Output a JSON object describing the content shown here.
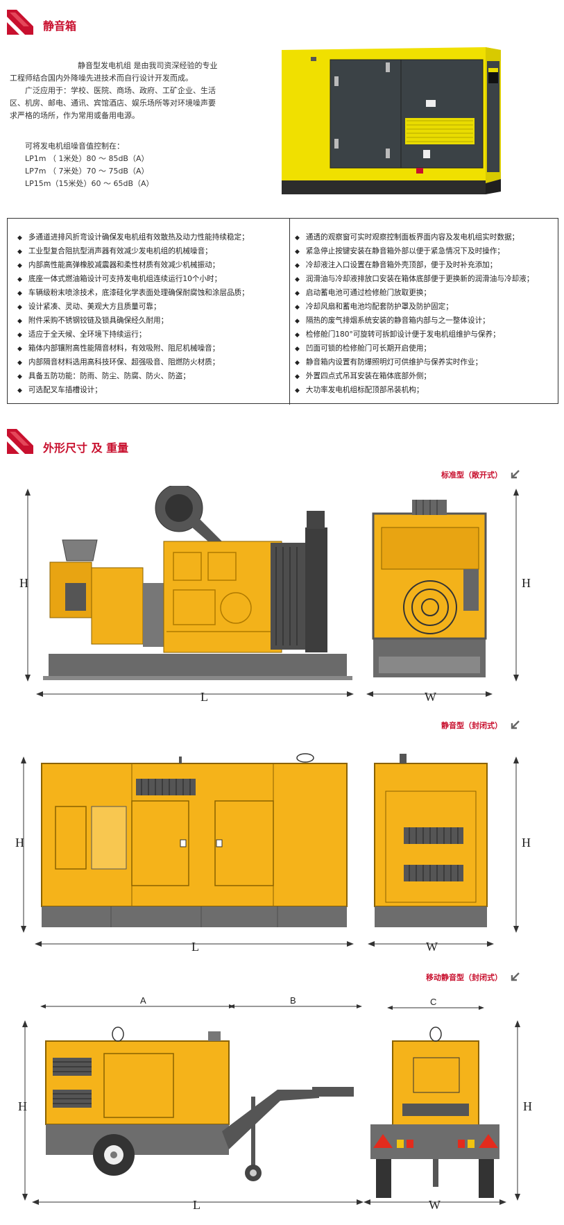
{
  "section1": {
    "title": "静音箱",
    "intro_lines": [
      "静音型发电机组 是由我司资深经验的专业",
      "工程师结合国内外降噪先进技术而自行设计开发而成。",
      "广泛应用于：学校、医院、商场、政府、工矿企业、生活",
      "区、机房、邮电、通讯、宾馆酒店、娱乐场所等对环境噪声要",
      "求严格的场所，作为常用或备用电源。"
    ],
    "noise_heading": "可将发电机组噪音值控制在：",
    "noise_rows": [
      "LP1m  （  1米处）80 ～ 85dB（A）",
      "LP7m  （  7米处）70 ～ 75dB（A）",
      "LP15m（15米处）60 ～ 65dB（A）"
    ]
  },
  "features": {
    "left": [
      "多通道进排风折弯设计确保发电机组有效散热及动力性能持续稳定；",
      "工业型复合阻抗型消声器有效减少发电机组的机械噪音；",
      "内部高性能高弹橡胶减震器和柔性材质有效减少机械振动；",
      "底座一体式燃油箱设计可支持发电机组连续运行10个小时；",
      "车辆级粉末喷涂技术，底漆硅化学表面处理确保耐腐蚀和涂层品质；",
      "设计紧凑、灵动、美观大方且质量可靠；",
      "附件采购不锈钢铰链及锁具确保经久耐用；",
      "适应于全天候、全环境下持续运行；",
      "箱体内部镶附高性能隔音材料，有效吸附、阻尼机械噪音；",
      "内部隔音材料选用高科技环保、超强吸音、阻燃防火材质；",
      "具备五防功能：防雨、防尘、防腐、防火、防盗；",
      "可选配叉车插槽设计；"
    ],
    "right": [
      "通透的观察窗可实时观察控制面板界面内容及发电机组实时数据；",
      "紧急停止按键安装在静音箱外部以便于紧急情况下及时操作；",
      "冷却液注入口设置在静音箱外壳顶部，便于及时补充添加；",
      "润滑油与冷却液排放口安装在箱体底部便于更换新的润滑油与冷却液；",
      "启动蓄电池可通过检修舱门放取更换；",
      "冷却风扇和蓄电池均配套防护罩及防护固定；",
      "隔热的废气排烟系统安装的静音箱内部与之一整体设计；",
      "检修舱门180°可旋转可拆卸设计便于发电机组维护与保养；",
      "凹面可锁的检修舱门可长期开启使用；",
      "静音箱内设置有防爆照明灯可供维护与保养实时作业；",
      "外置四点式吊耳安装在箱体底部外侧；",
      "大功率发电机组标配顶部吊装机构；"
    ]
  },
  "section2": {
    "title": "外形尺寸 及 重量",
    "types": [
      {
        "label": "标准型（敞开式）",
        "dims": {
          "h": "H",
          "l": "L",
          "w": "W"
        }
      },
      {
        "label": "静音型（封闭式）",
        "dims": {
          "h": "H",
          "l": "L",
          "w": "W"
        }
      },
      {
        "label": "移动静音型（封闭式）",
        "dims": {
          "h": "H",
          "l": "L",
          "w": "W",
          "h2": "H",
          "a": "A",
          "b": "B",
          "c": "C"
        }
      }
    ]
  },
  "colors": {
    "accent": "#c8102e",
    "yellow": "#f5b31a",
    "gen_yellow": "#f4e400",
    "dark": "#3a3f44",
    "gray": "#6d6d6d"
  },
  "icons": [
    "red-arrow-icon",
    "down-left-arrow-icon",
    "diamond-bullet-icon"
  ]
}
